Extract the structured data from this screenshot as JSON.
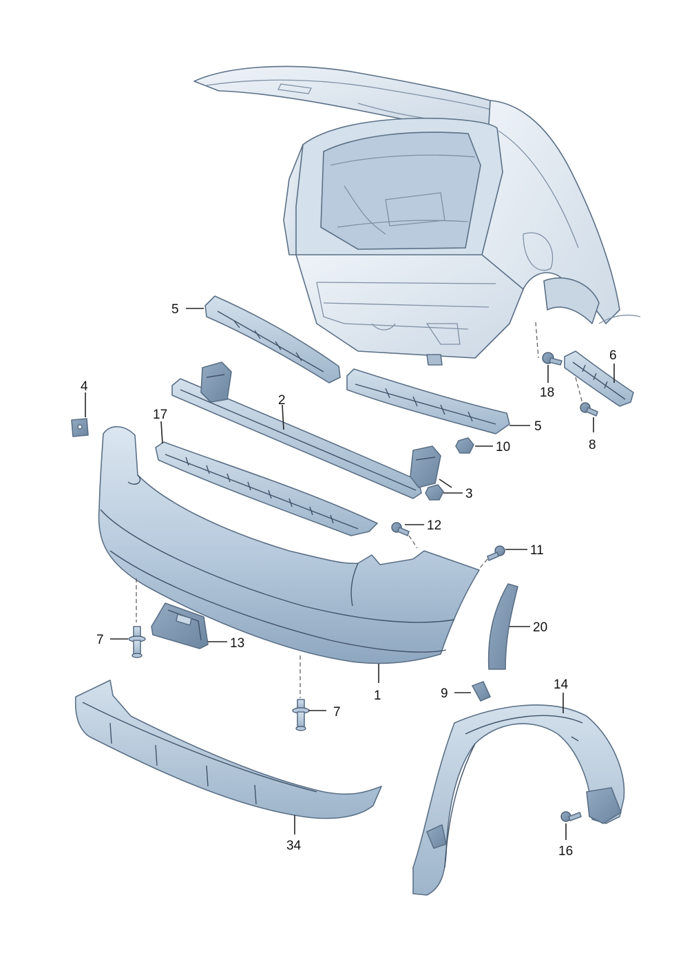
{
  "colors": {
    "part_fill_light": "#c9d8e6",
    "part_fill_mid": "#a9bfd4",
    "part_fill_dark": "#7f97b0",
    "car_fill": "#dfe8f0",
    "outline": "#4b5f76"
  },
  "callouts": [
    {
      "id": "label-1",
      "text": "1"
    },
    {
      "id": "label-2",
      "text": "2"
    },
    {
      "id": "label-3",
      "text": "3"
    },
    {
      "id": "label-4",
      "text": "4"
    },
    {
      "id": "label-5a",
      "text": "5"
    },
    {
      "id": "label-5b",
      "text": "5"
    },
    {
      "id": "label-6",
      "text": "6"
    },
    {
      "id": "label-7a",
      "text": "7"
    },
    {
      "id": "label-7b",
      "text": "7"
    },
    {
      "id": "label-8",
      "text": "8"
    },
    {
      "id": "label-9",
      "text": "9"
    },
    {
      "id": "label-10",
      "text": "10"
    },
    {
      "id": "label-11",
      "text": "11"
    },
    {
      "id": "label-12",
      "text": "12"
    },
    {
      "id": "label-13",
      "text": "13"
    },
    {
      "id": "label-14",
      "text": "14"
    },
    {
      "id": "label-16",
      "text": "16"
    },
    {
      "id": "label-17",
      "text": "17"
    },
    {
      "id": "label-18",
      "text": "18"
    },
    {
      "id": "label-20",
      "text": "20"
    },
    {
      "id": "label-34",
      "text": "34"
    }
  ]
}
